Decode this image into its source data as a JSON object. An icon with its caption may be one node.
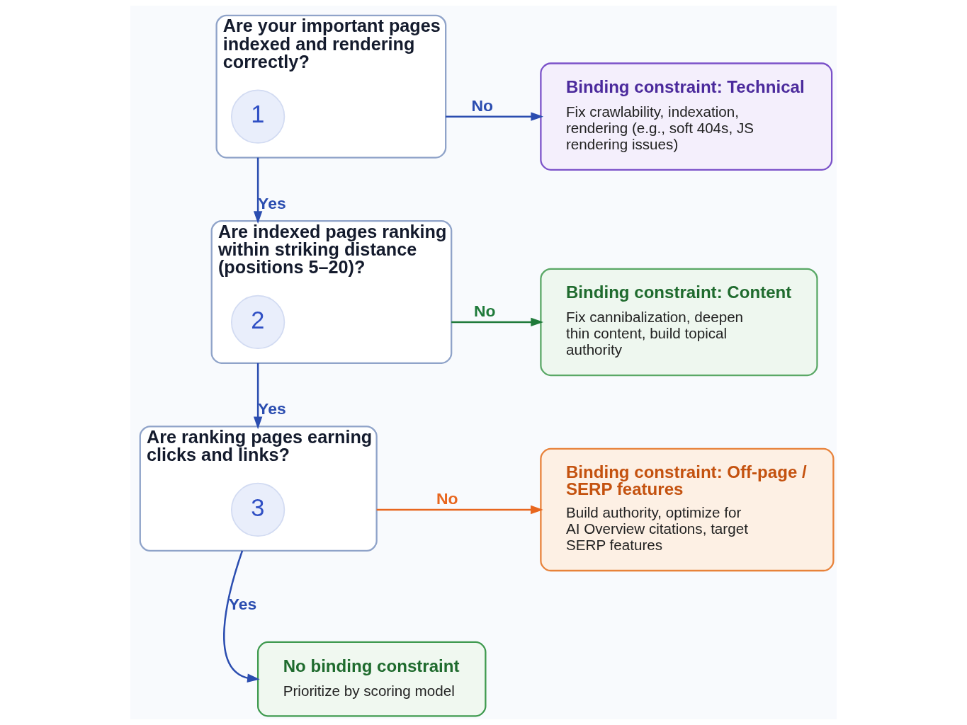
{
  "diagram": {
    "nodes": [
      {
        "text": [
          "Are your important pages indexed and rendering correctly?"
        ]
      },
      {
        "text": [
          "1"
        ],
        "in": 0
      },
      {
        "text": [
          "Binding constraint: Technical",
          "Fix crawlability, indexation, rendering (e.g., soft 404s, JS rendering issues)"
        ]
      },
      {
        "text": [
          "Are indexed pages ranking within striking distance (positions 5–20)?"
        ]
      },
      {
        "text": [
          "2"
        ],
        "in": 3
      },
      {
        "text": [
          "Binding constraint: Content",
          "Fix cannibalization, deepen thin content, build topical authority"
        ]
      },
      {
        "text": [
          "Are ranking pages earning clicks and links?"
        ]
      },
      {
        "text": [
          "3"
        ],
        "in": 6
      },
      {
        "text": [
          "Binding constraint: Off-page / SERP features",
          "Build authority, optimize for AI Overview citations, target SERP features"
        ]
      },
      {
        "text": [
          "No binding constraint",
          "Prioritize by scoring model"
        ]
      }
    ],
    "edges": [
      {
        "from": 0,
        "to": 2,
        "arrow": "to",
        "label": "No"
      },
      {
        "from": 0,
        "to": 3,
        "arrow": "to",
        "label": "Yes"
      },
      {
        "from": 3,
        "to": 5,
        "arrow": "to",
        "label": "No",
        "color": "#1f7a3a"
      },
      {
        "from": 3,
        "to": 6,
        "arrow": "to",
        "label": "Yes"
      },
      {
        "from": 6,
        "to": 8,
        "arrow": "to",
        "label": "No",
        "color": "#e8661e"
      },
      {
        "from": 6,
        "to": 9,
        "arrow": "to",
        "label": "Yes"
      }
    ]
  }
}
